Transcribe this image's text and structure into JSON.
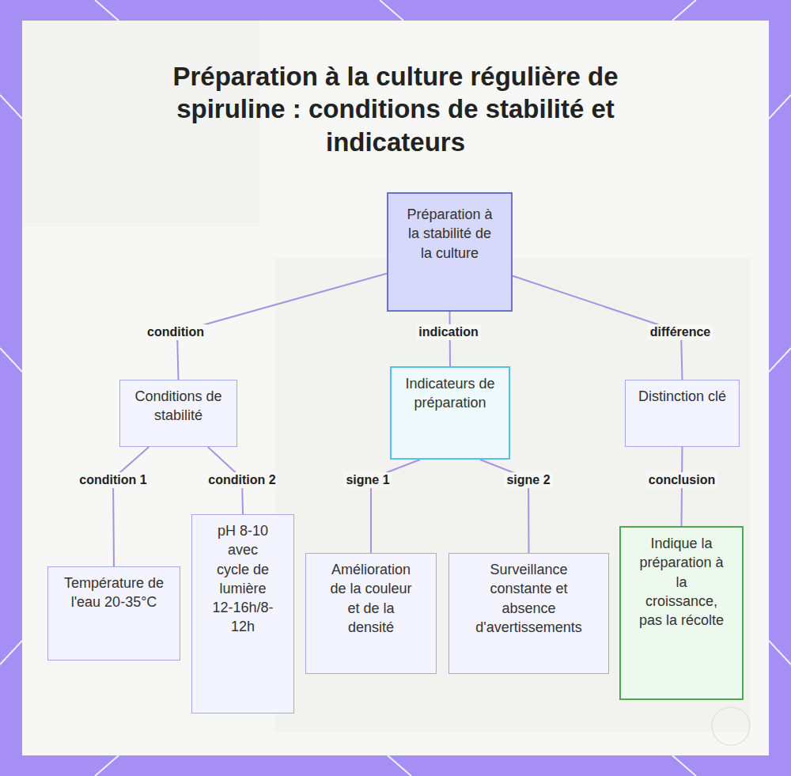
{
  "diagram": {
    "title": "Préparation à la culture régulière de spiruline : conditions de stabilité et indicateurs",
    "nodes": [
      {
        "text": [
          "Préparation à la stabilité de la culture"
        ]
      },
      {
        "text": [
          "Conditions de stabilité"
        ]
      },
      {
        "text": [
          "Indicateurs de préparation"
        ]
      },
      {
        "text": [
          "Distinction clé"
        ]
      },
      {
        "text": [
          "Température de l'eau 20-35°C"
        ]
      },
      {
        "text": [
          "pH 8-10 avec cycle de lumière 12-16h/8-12h"
        ]
      },
      {
        "text": [
          "Amélioration de la couleur et de la densité"
        ]
      },
      {
        "text": [
          "Surveillance constante et absence d'avertissements"
        ]
      },
      {
        "text": [
          "Indique la préparation à la croissance, pas la récolte"
        ]
      }
    ],
    "edges": [
      {
        "from": 0,
        "to": 1,
        "label": "condition",
        "arrow": "none"
      },
      {
        "from": 0,
        "to": 2,
        "label": "indication",
        "arrow": "none"
      },
      {
        "from": 0,
        "to": 3,
        "label": "différence",
        "arrow": "none"
      },
      {
        "from": 1,
        "to": 4,
        "label": "condition 1",
        "arrow": "none"
      },
      {
        "from": 1,
        "to": 5,
        "label": "condition 2",
        "arrow": "none"
      },
      {
        "from": 2,
        "to": 6,
        "label": "signe 1",
        "arrow": "none"
      },
      {
        "from": 2,
        "to": 7,
        "label": "signe 2",
        "arrow": "none"
      },
      {
        "from": 3,
        "to": 8,
        "label": "conclusion",
        "arrow": "none"
      }
    ]
  }
}
